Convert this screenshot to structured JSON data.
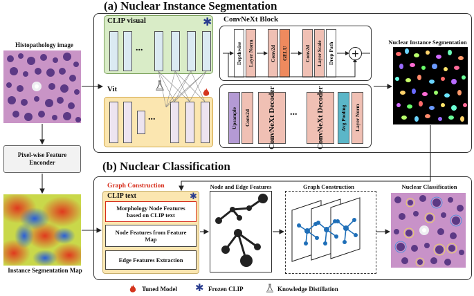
{
  "colors": {
    "clip_green": "#d9ecc7",
    "vit_yellow": "#fbe6b0",
    "col_blue": "#dbeaf2",
    "col_purple": "#ede4f0",
    "upsample": "#b49ad4",
    "salmon": "#f0c0b4",
    "gelu": "#ef8a5e",
    "teal": "#5bb6c8",
    "frozen_blue": "#2a3d8f",
    "tuned_red": "#d4341c",
    "graph_red": "#d62c1a"
  },
  "titles": {
    "section_a": "(a) Nuclear Instance Segmentation",
    "section_b": "(b) Nuclear Classification"
  },
  "left": {
    "histo_label": "Histopathology image",
    "pixel_encoder": "Pixel-wise Feature Enconder",
    "instance_map_label": "Instance Segmentation Map"
  },
  "section_a": {
    "clip_visual": "CLIP visual",
    "vit": "Vit",
    "ellipsis": "...",
    "convnext_block": "ConvNeXt Block",
    "block_layers": [
      "Depthwise",
      "Layer Norm",
      "Conv2d",
      "GELU",
      "Conv2d",
      "Layer Scale",
      "Drop Path"
    ],
    "plus": "+",
    "decoder_layers": [
      "Upsample",
      "Conv2d",
      "ConvNeXt Decoder",
      "ConvNeXt Decoder",
      "Avg Pooling",
      "Layer Norm"
    ],
    "output_label": "Nuclear Instance Segmentation"
  },
  "section_b": {
    "graph_construction_red": "Graph Construction",
    "clip_text": "CLIP text",
    "morph_box": "Morphology Node Features based on CLIP text",
    "node_box": "Node Features from Feature Map",
    "edge_box": "Edge Features Extraction",
    "node_edge_title": "Node and Edge Features",
    "graph_title": "Graph Construction",
    "classification_title": "Nuclear Classification"
  },
  "legend": {
    "tuned": "Tuned Model",
    "frozen": "Frozen CLIP",
    "distill": "Knowledge Distillation"
  },
  "icons": {
    "tuned": "flame-icon",
    "frozen": "asterisk-icon",
    "distill": "flask-icon"
  }
}
